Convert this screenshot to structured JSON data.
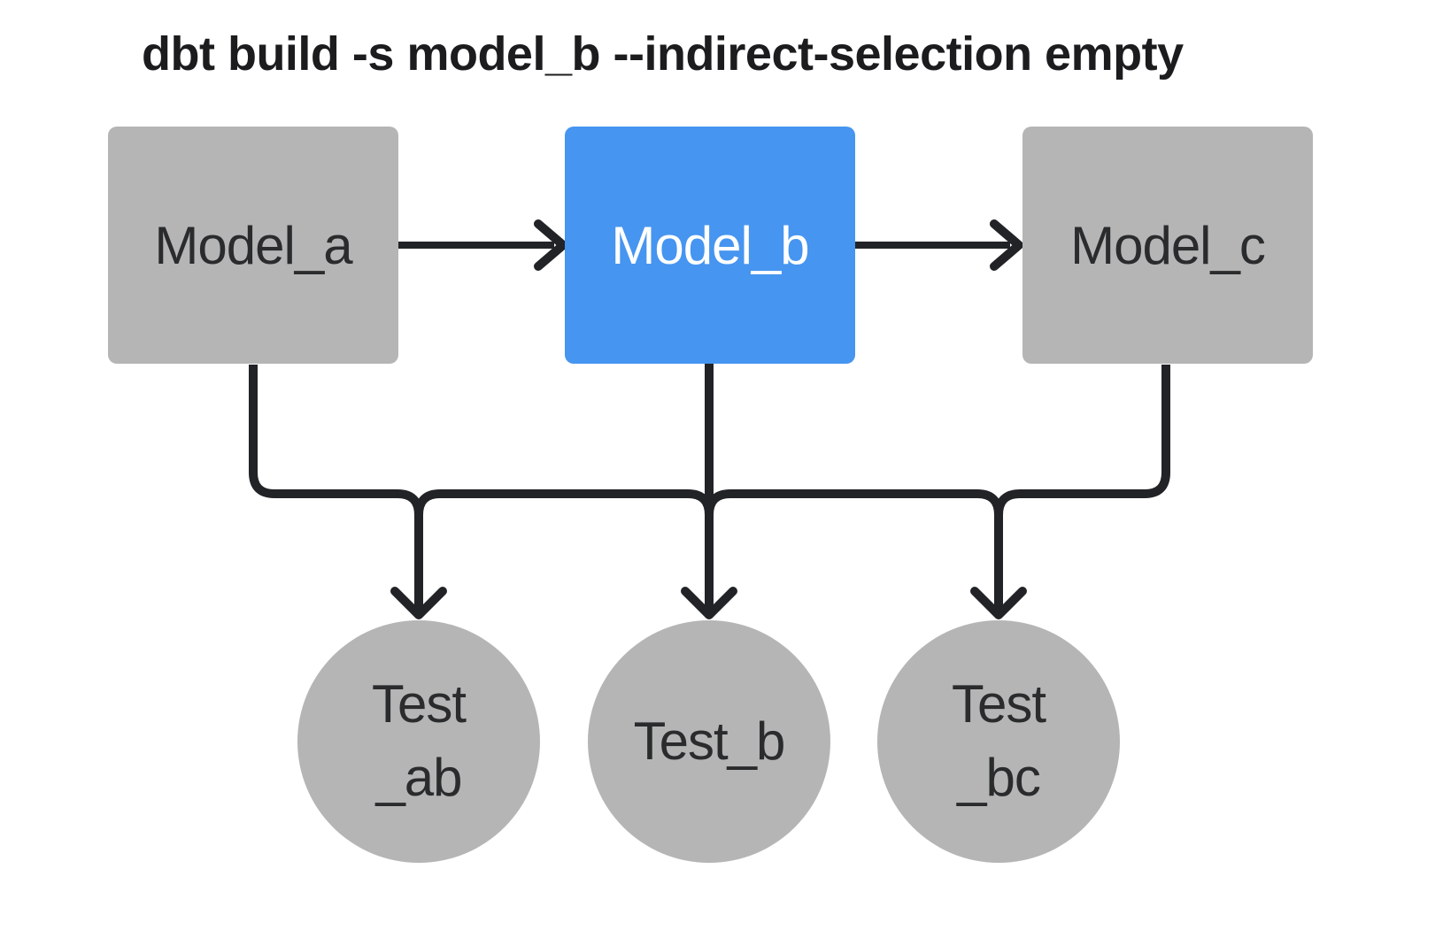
{
  "diagram": {
    "title": "dbt build -s model_b --indirect-selection empty",
    "models": [
      {
        "id": "model_a",
        "label": "Model_a",
        "selected": false
      },
      {
        "id": "model_b",
        "label": "Model_b",
        "selected": true
      },
      {
        "id": "model_c",
        "label": "Model_c",
        "selected": false
      }
    ],
    "tests": [
      {
        "id": "test_ab",
        "lines": [
          "Test",
          "_ab"
        ]
      },
      {
        "id": "test_b",
        "lines": [
          "Test_b"
        ]
      },
      {
        "id": "test_bc",
        "lines": [
          "Test",
          "_bc"
        ]
      }
    ],
    "edges": [
      "model_a -> model_b",
      "model_b -> model_c",
      "model_a -> test_ab",
      "model_b -> test_ab",
      "model_b -> test_b",
      "model_b -> test_bc",
      "model_c -> test_bc"
    ]
  },
  "theme": {
    "bg": "#ffffff",
    "node-gray": "#b5b5b5",
    "node-blue": "#4695f0",
    "text-dark": "#2a2b2d",
    "text-light": "#ffffff",
    "title-color": "#1c1c1e",
    "line-color": "#222327"
  }
}
